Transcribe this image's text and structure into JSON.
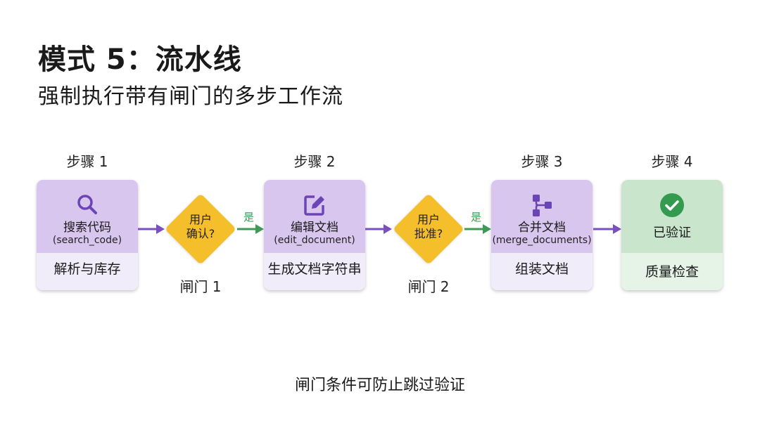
{
  "header": {
    "title": "模式 5：流水线",
    "subtitle": "强制执行带有闸门的多步工作流"
  },
  "colors": {
    "step_purple": "#d9c6ee",
    "step_purple_light": "#f1ecf9",
    "step_green": "#c9e6cd",
    "step_green_light": "#e6f4e8",
    "gate_yellow": "#f4bf2a",
    "arrow_purple": "#7a4fc0",
    "arrow_green": "#3f9a55",
    "icon_purple": "#6b45b5",
    "icon_green": "#349a4f"
  },
  "steps": [
    {
      "label": "步骤 1",
      "icon": "search-icon",
      "name": "搜索代码",
      "code": "(search_code)",
      "description": "解析与库存"
    },
    {
      "label": "步骤 2",
      "icon": "edit-icon",
      "name": "编辑文档",
      "code": "(edit_document)",
      "description": "生成文档字符串"
    },
    {
      "label": "步骤 3",
      "icon": "merge-icon",
      "name": "合并文档",
      "code": "(merge_documents)",
      "description": "组装文档"
    },
    {
      "label": "步骤 4",
      "icon": "check-circle-icon",
      "name": "已验证",
      "code": "",
      "description": "质量检查"
    }
  ],
  "gates": [
    {
      "line1": "用户",
      "line2": "确认?",
      "label": "闸门 1",
      "yes_label": "是"
    },
    {
      "line1": "用户",
      "line2": "批准?",
      "label": "闸门 2",
      "yes_label": "是"
    }
  ],
  "footer": "闸门条件可防止跳过验证"
}
